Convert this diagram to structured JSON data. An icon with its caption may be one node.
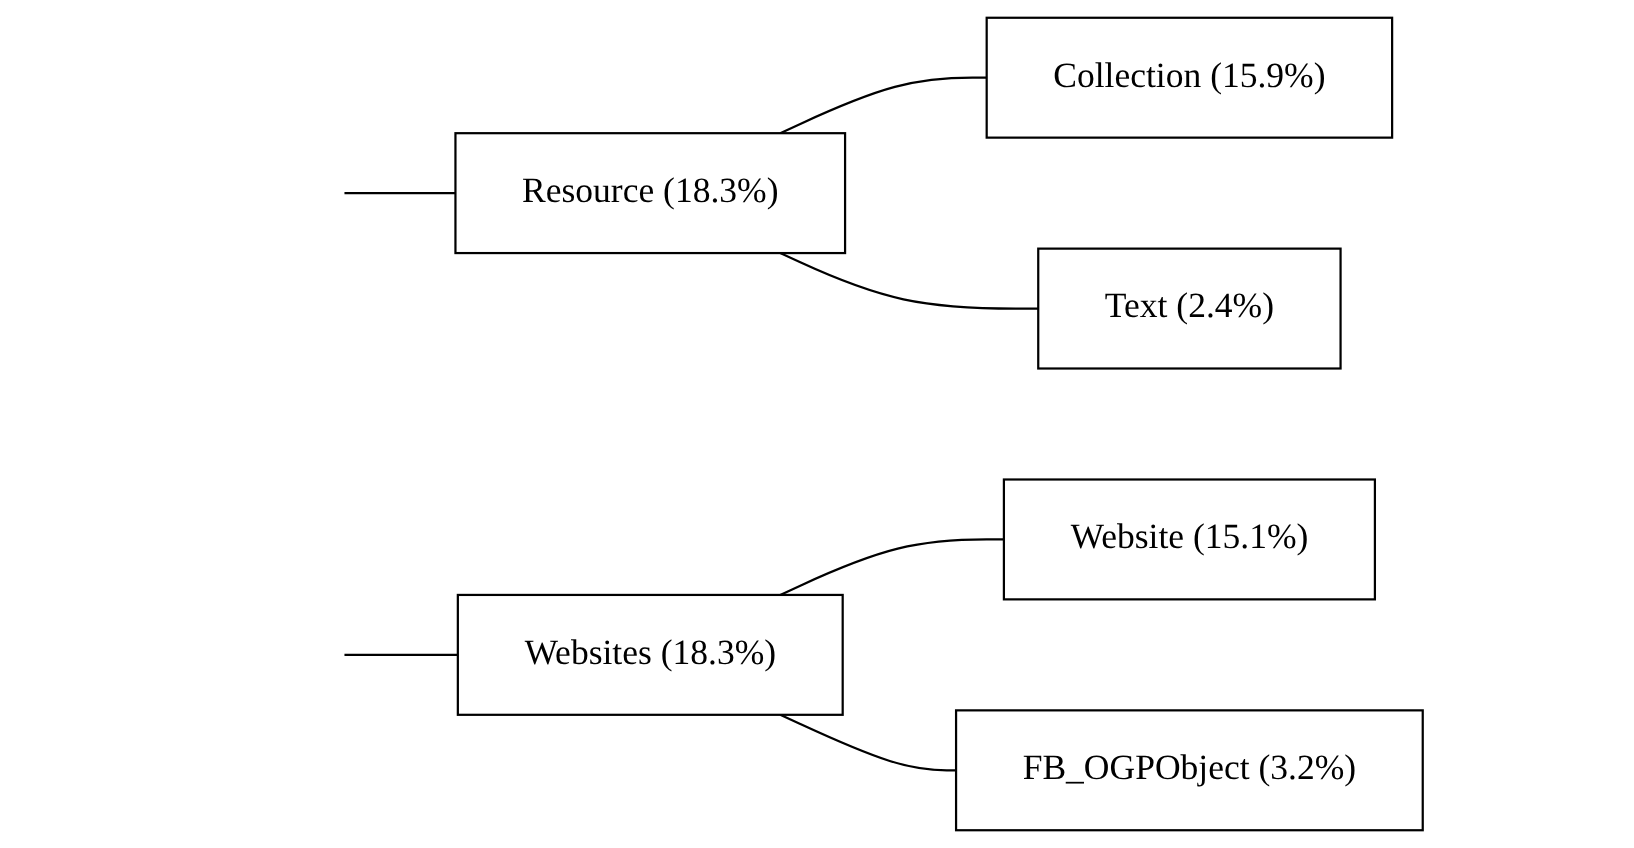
{
  "diagram": {
    "nodes": [
      {
        "text": [
          "Resource (18.3%)"
        ]
      },
      {
        "text": [
          "Collection (15.9%)"
        ]
      },
      {
        "text": [
          "Text (2.4%)"
        ]
      },
      {
        "text": [
          "Websites (18.3%)"
        ]
      },
      {
        "text": [
          "Website (15.1%)"
        ]
      },
      {
        "text": [
          "FB_OGPObject (3.2%)"
        ]
      }
    ],
    "edges": [
      {
        "from": null,
        "to": 0,
        "arrow": "none"
      },
      {
        "from": 0,
        "to": 1,
        "arrow": "none"
      },
      {
        "from": 0,
        "to": 2,
        "arrow": "none"
      },
      {
        "from": null,
        "to": 3,
        "arrow": "none"
      },
      {
        "from": 3,
        "to": 4,
        "arrow": "none"
      },
      {
        "from": 3,
        "to": 5,
        "arrow": "none"
      }
    ]
  }
}
